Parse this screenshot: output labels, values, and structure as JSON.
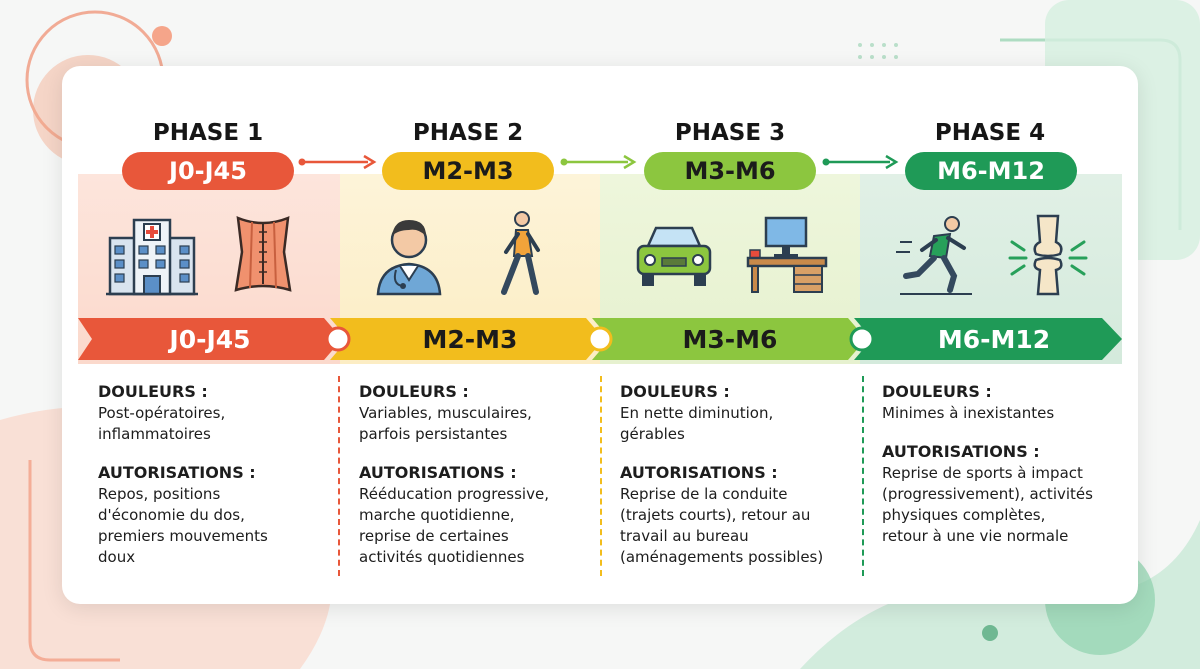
{
  "colors": {
    "phase1": "#e8573a",
    "phase2": "#f2bd1d",
    "phase3": "#8cc63f",
    "phase4": "#1f9a57"
  },
  "phases": [
    {
      "title": "PHASE 1",
      "badge": "J0-J45",
      "band": "J0-J45",
      "icons": [
        "hospital-icon",
        "corset-icon"
      ],
      "douleurs_label": "DOULEURS :",
      "douleurs": "Post-opératoires,\ninflammatoires",
      "autorisations_label": "AUTORISATIONS :",
      "autorisations": "Repos, positions\nd'économie du dos,\npremiers mouvements\ndoux"
    },
    {
      "title": "PHASE 2",
      "badge": "M2-M3",
      "band": "M2-M3",
      "icons": [
        "doctor-icon",
        "walking-person-icon"
      ],
      "douleurs_label": "DOULEURS :",
      "douleurs": "Variables, musculaires,\nparfois persistantes",
      "autorisations_label": "AUTORISATIONS :",
      "autorisations": "Rééducation progressive,\nmarche quotidienne,\nreprise de certaines\nactivités quotidiennes"
    },
    {
      "title": "PHASE 3",
      "badge": "M3-M6",
      "band": "M3-M6",
      "icons": [
        "car-icon",
        "office-desk-icon"
      ],
      "douleurs_label": "DOULEURS :",
      "douleurs": "En nette diminution,\ngérables",
      "autorisations_label": "AUTORISATIONS :",
      "autorisations": "Reprise de la conduite\n(trajets courts), retour au\ntravail au bureau\n(aménagements possibles)"
    },
    {
      "title": "PHASE 4",
      "badge": "M6-M12",
      "band": "M6-M12",
      "icons": [
        "runner-icon",
        "bone-joint-icon"
      ],
      "douleurs_label": "DOULEURS :",
      "douleurs": "Minimes à inexistantes",
      "autorisations_label": "AUTORISATIONS :",
      "autorisations": "Reprise de sports à impact\n(progressivement), activités\nphysiques complètes,\nretour à une vie normale"
    }
  ]
}
